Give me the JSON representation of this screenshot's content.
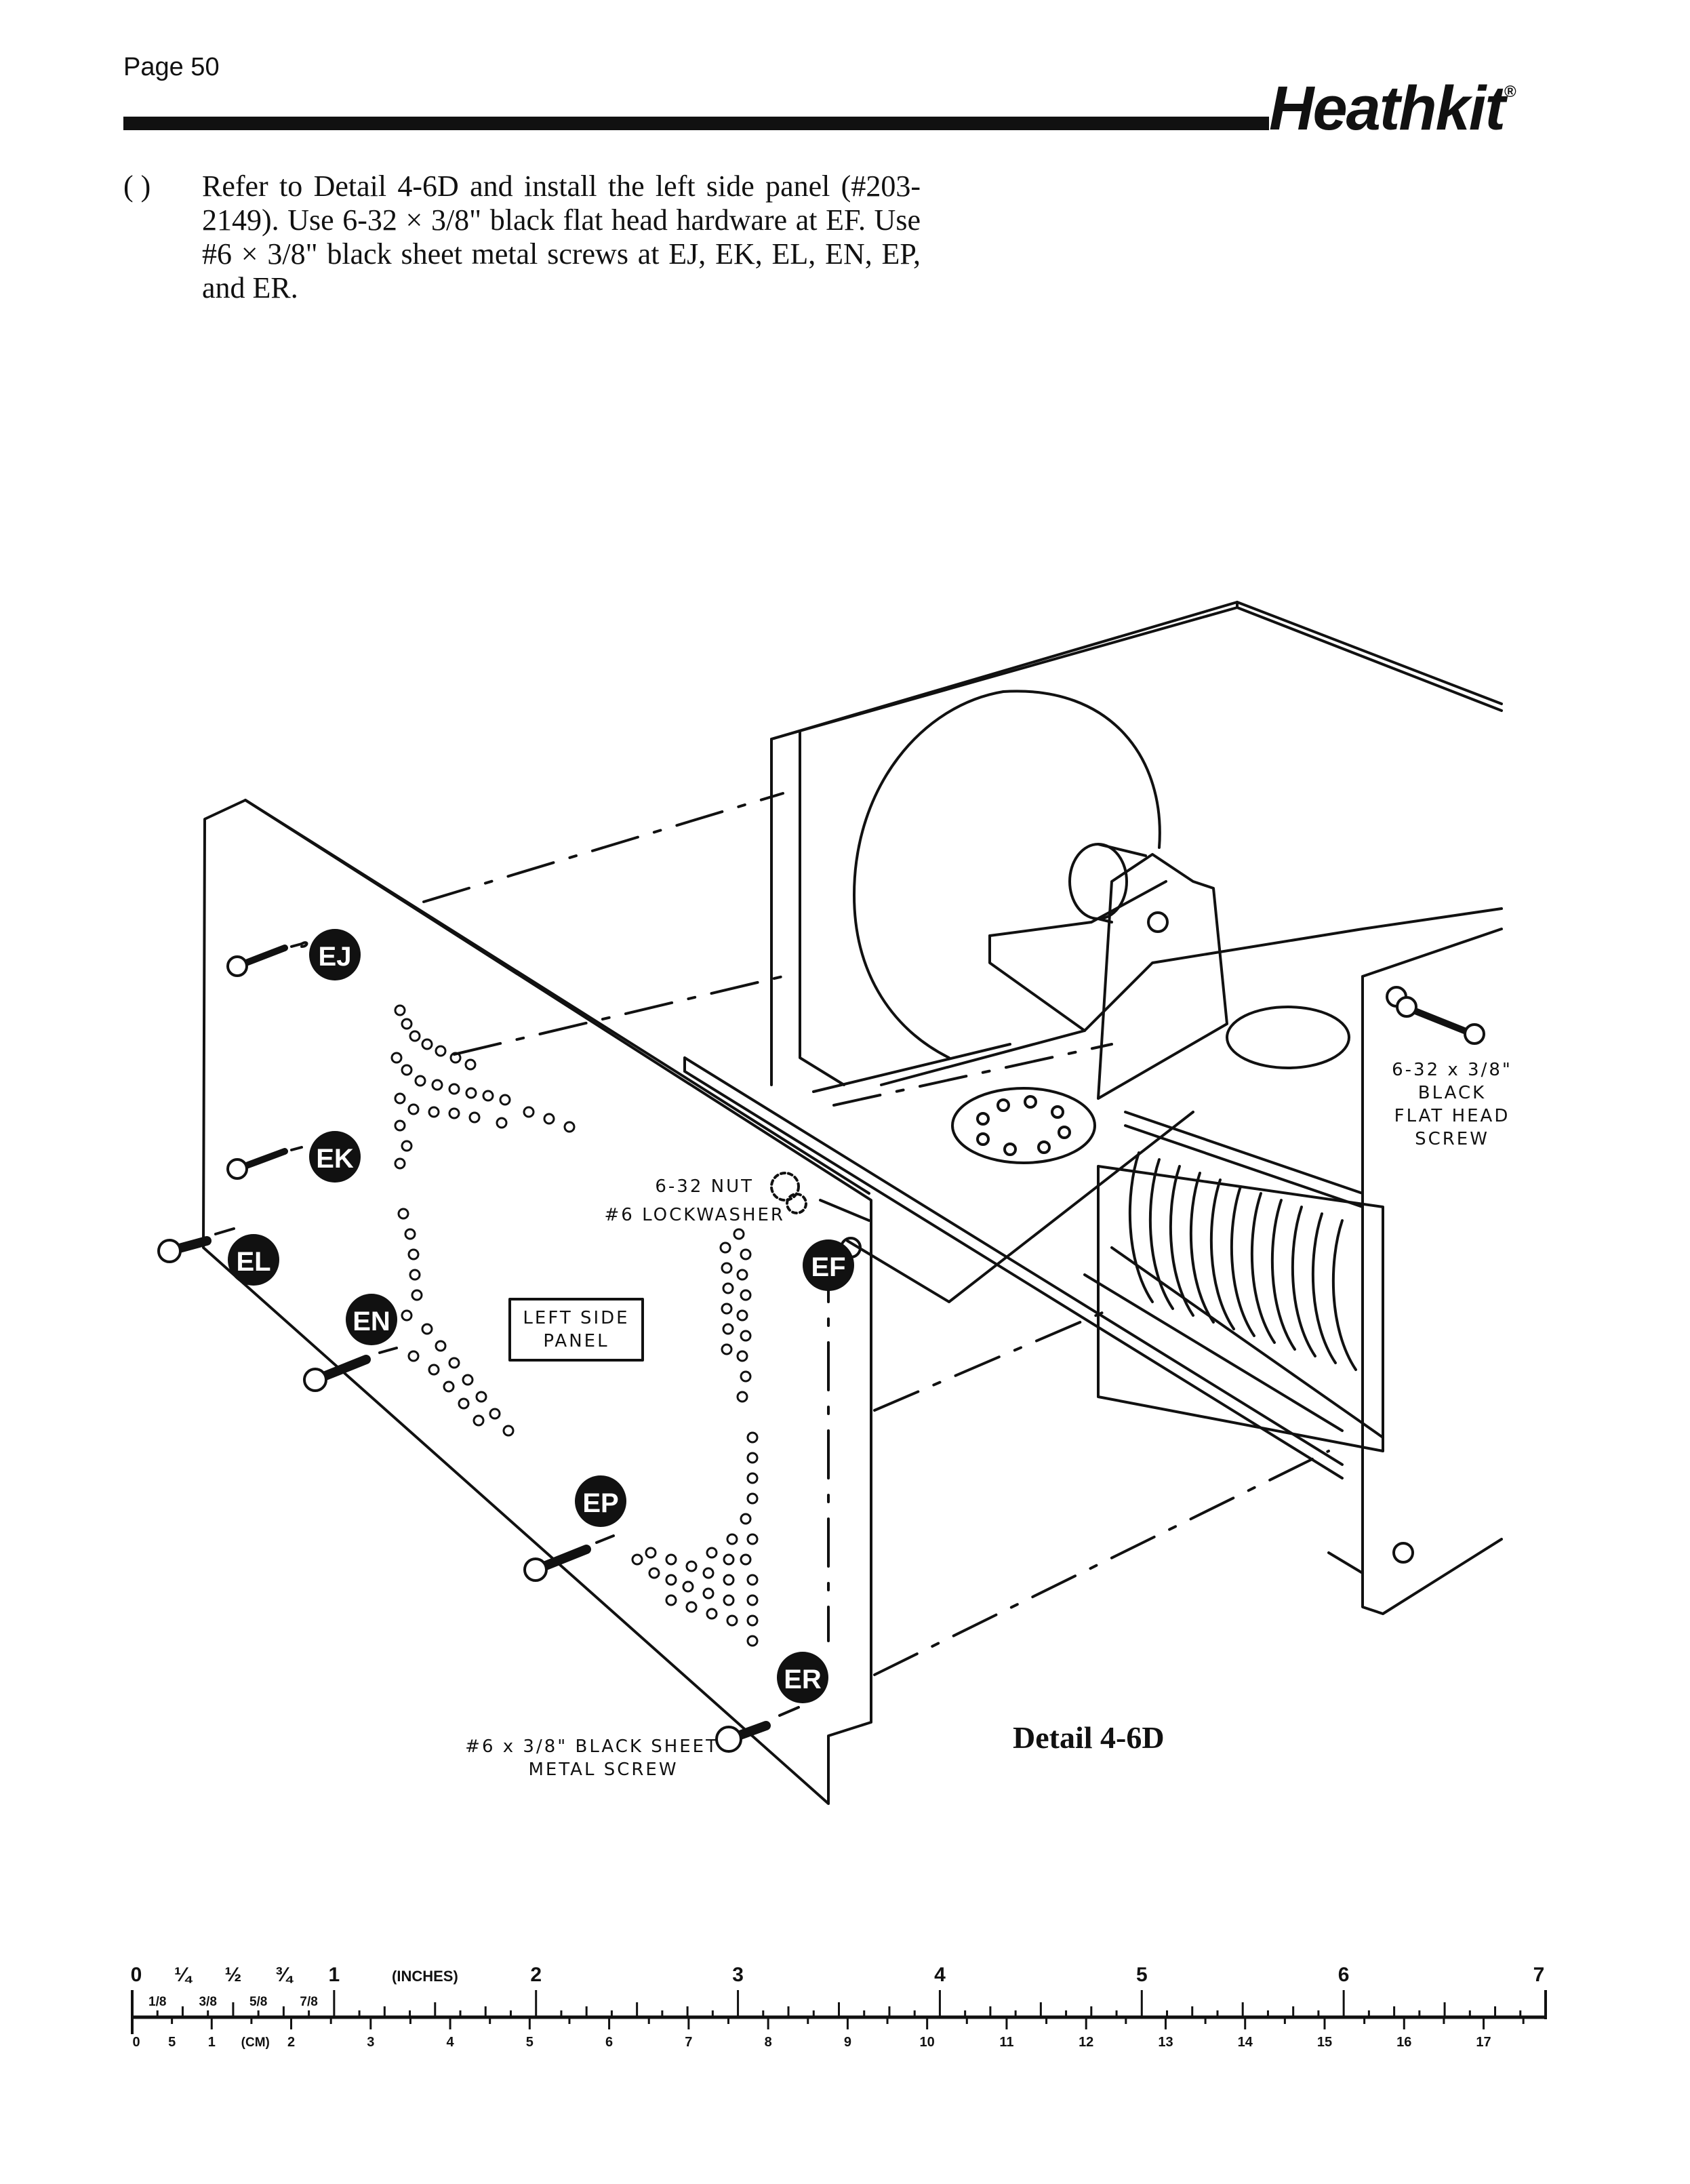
{
  "header": {
    "page_label": "Page 50",
    "brand": "Heathkit",
    "brand_mark": "®"
  },
  "instruction": {
    "checkbox": "(  )",
    "text": "Refer to Detail 4-6D and install the left side panel (#203-2149). Use 6-32 × 3/8\" black flat head hardware at EF. Use #6 × 3/8\" black sheet metal screws at EJ, EK, EL, EN, EP, and ER."
  },
  "figure": {
    "panel_label_line1": "LEFT SIDE",
    "panel_label_line2": "PANEL",
    "callouts": {
      "ej": "EJ",
      "ek": "EK",
      "el": "EL",
      "en": "EN",
      "ep": "EP",
      "er": "ER",
      "ef": "EF"
    },
    "nut_label": "6-32 NUT",
    "lockwasher_label": "#6 LOCKWASHER",
    "flat_head_line1": "6-32 x 3/8\"",
    "flat_head_line2": "BLACK",
    "flat_head_line3": "FLAT HEAD",
    "flat_head_line4": "SCREW",
    "sheet_screw_line1": "#6 x 3/8\" BLACK SHEET",
    "sheet_screw_line2": "METAL SCREW",
    "caption": "Detail 4-6D"
  },
  "ruler": {
    "inch_labels": [
      "0",
      "¼",
      "½",
      "¾",
      "1",
      "2",
      "3",
      "4",
      "5",
      "6",
      "7"
    ],
    "inches_unit": "(INCHES)",
    "fraction_labels": [
      "1/8",
      "3/8",
      "5/8",
      "7/8"
    ],
    "cm_labels": [
      "0",
      "5",
      "1",
      "2",
      "3",
      "4",
      "5",
      "6",
      "7",
      "8",
      "9",
      "10",
      "11",
      "12",
      "13",
      "14",
      "15",
      "16",
      "17"
    ],
    "cm_unit": "(CM)"
  }
}
